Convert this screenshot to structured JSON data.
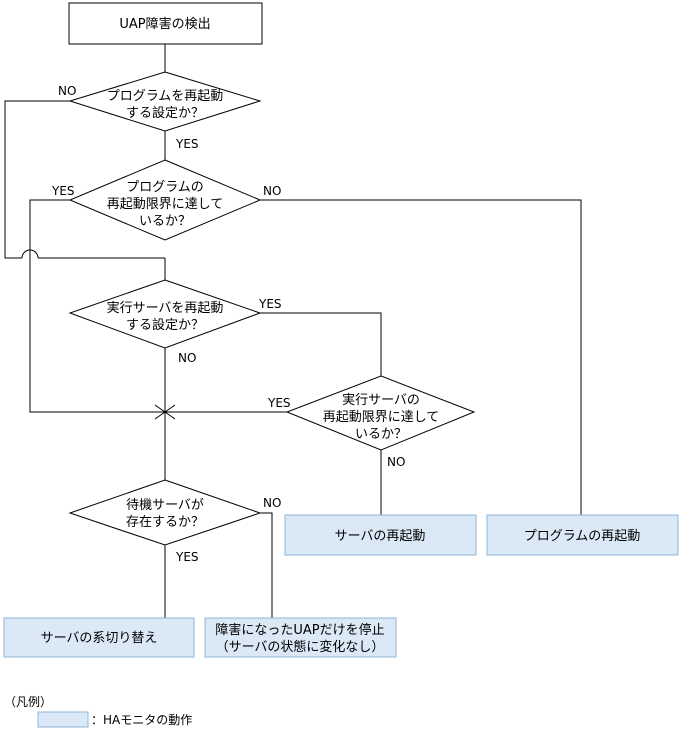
{
  "nodes": {
    "start": "UAP障害の検出",
    "d1": [
      "プログラムを再起動",
      "する設定か？"
    ],
    "d2": [
      "プログラムの",
      "再起動限界に達して",
      "いるか？"
    ],
    "d3": [
      "実行サーバを再起動",
      "する設定か？"
    ],
    "d4": [
      "実行サーバの",
      "再起動限界に達して",
      "いるか？"
    ],
    "d5": [
      "待機サーバが",
      "存在するか？"
    ],
    "a_server_restart": "サーバの再起動",
    "a_program_restart": "プログラムの再起動",
    "a_switch": "サーバの系切り替え",
    "a_stop": [
      "障害になったUAPだけを停止",
      "（サーバの状態に変化なし）"
    ]
  },
  "edge_labels": {
    "d1_no": "NO",
    "d1_yes": "YES",
    "d2_yes": "YES",
    "d2_no": "NO",
    "d3_yes": "YES",
    "d3_no": "NO",
    "d4_yes": "YES",
    "d4_no": "NO",
    "d5_no": "NO",
    "d5_yes": "YES"
  },
  "legend": {
    "title": "（凡例）",
    "text": "：HAモニタの動作"
  },
  "colors": {
    "action_fill": "#dbe9f7",
    "action_border": "#8cb6d9"
  }
}
